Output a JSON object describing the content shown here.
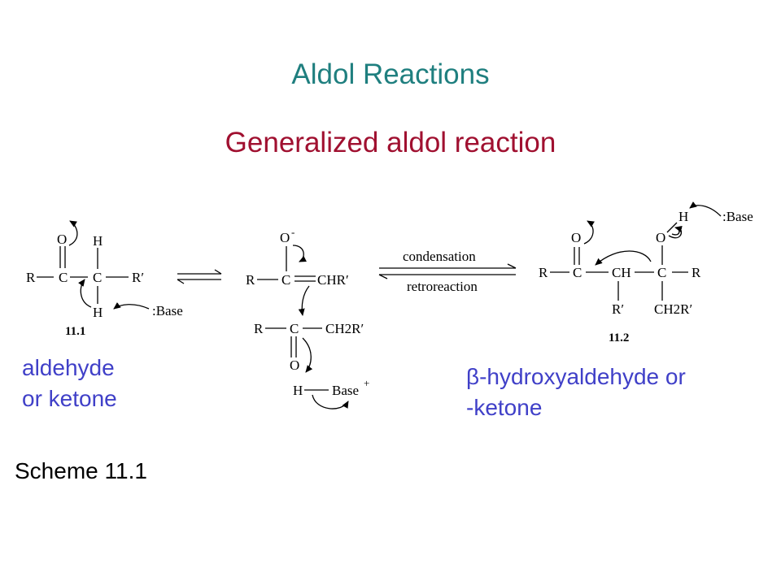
{
  "title": "Aldol Reactions",
  "subtitle": "Generalized aldol reaction",
  "left_caption": {
    "line1": "aldehyde",
    "line2": "or ketone"
  },
  "right_caption": {
    "beta": "β",
    "line1_rest": "-hydroxyaldehyde or",
    "line2": "-ketone"
  },
  "scheme_label": "Scheme 11.1",
  "reactant": {
    "label": "11.1",
    "atoms": {
      "O": "O",
      "H_top": "H",
      "H_bottom": "H",
      "R": "R",
      "C1": "C",
      "C2": "C",
      "R_prime": "R′",
      "base": ":Base"
    }
  },
  "intermediate": {
    "enolate": {
      "O": "O",
      "charge": "-",
      "R": "R",
      "C": "C",
      "CHR": "CHR′"
    },
    "carbonyl": {
      "R": "R",
      "C": "C",
      "CH2R": "CH2R′",
      "O": "O"
    },
    "protonated_base": {
      "H": "H",
      "base": "Base",
      "charge": "+"
    }
  },
  "arrows": {
    "forward": "condensation",
    "reverse": "retroreaction"
  },
  "product": {
    "label": "11.2",
    "atoms": {
      "O1": "O",
      "O2": "O",
      "H": "H",
      "base": ":Base",
      "R": "R",
      "C1": "C",
      "CH": "CH",
      "C2": "C",
      "R_right": "R",
      "R_prime": "R′",
      "CH2R": "CH2R′"
    }
  }
}
